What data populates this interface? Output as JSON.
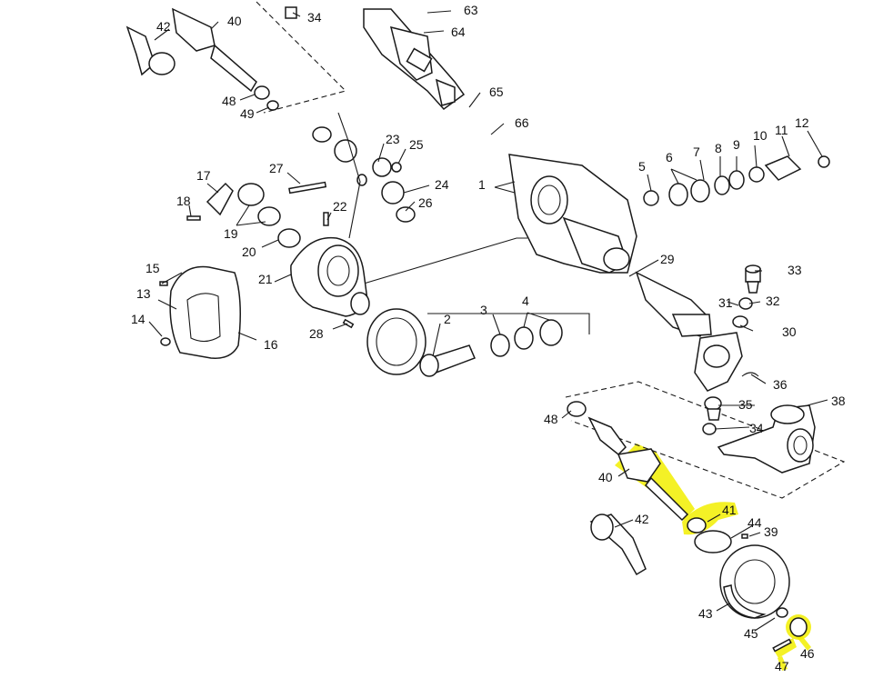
{
  "highlight_color": "#f2ee00",
  "line_color": "#1a1a1a",
  "labels": {
    "l1": "1",
    "l2": "2",
    "l3": "3",
    "l4": "4",
    "l5": "5",
    "l6": "6",
    "l7": "7",
    "l8": "8",
    "l9": "9",
    "l10": "10",
    "l11": "11",
    "l12": "12",
    "l13": "13",
    "l14": "14",
    "l15": "15",
    "l16": "16",
    "l17": "17",
    "l18": "18",
    "l19": "19",
    "l20": "20",
    "l21": "21",
    "l22": "22",
    "l23": "23",
    "l24": "24",
    "l25": "25",
    "l26": "26",
    "l27": "27",
    "l28": "28",
    "l29": "29",
    "l30": "30",
    "l31": "31",
    "l32": "32",
    "l33": "33",
    "l34a": "34",
    "l34b": "34",
    "l35": "35",
    "l36": "36",
    "l38": "38",
    "l39": "39",
    "l40a": "40",
    "l40b": "40",
    "l41": "41",
    "l42a": "42",
    "l42b": "42",
    "l43": "43",
    "l44": "44",
    "l45": "45",
    "l46": "46",
    "l47": "47",
    "l48a": "48",
    "l48b": "48",
    "l49": "49",
    "l63": "63",
    "l64": "64",
    "l65": "65",
    "l66": "66"
  }
}
